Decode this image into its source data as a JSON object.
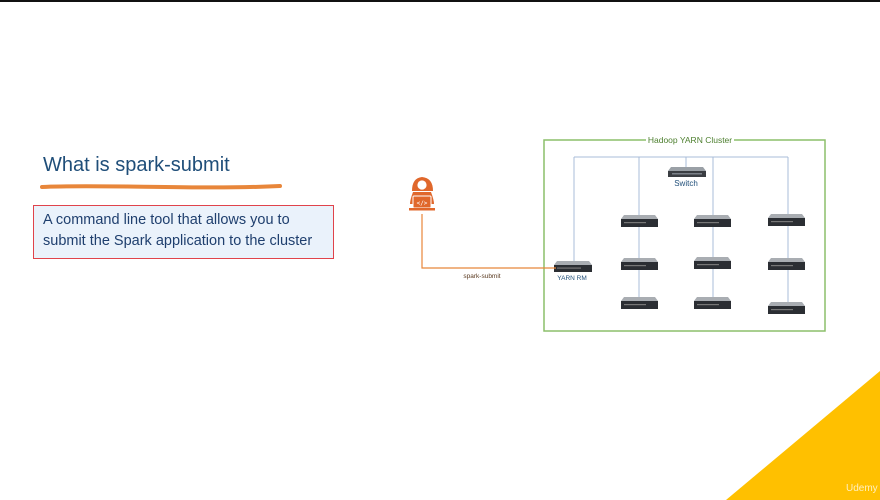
{
  "slide": {
    "title": "What is spark-submit",
    "definition_line1": "A command line tool that allows you to",
    "definition_line2": "submit the Spark application to the cluster"
  },
  "diagram": {
    "cluster_label": "Hadoop YARN Cluster",
    "switch_label": "Switch",
    "rm_label": "YARN RM",
    "connection_label": "spark-submit",
    "user_icon": "developer-laptop-icon"
  },
  "colors": {
    "title": "#1f4e79",
    "underline": "#e8863a",
    "box_border": "#e0434b",
    "box_fill": "#eaf2fb",
    "cluster_border": "#8cbf6a",
    "link": "#e8863a",
    "network": "#a8bcd8",
    "accent": "#ffc000"
  },
  "watermark": "Udemy"
}
